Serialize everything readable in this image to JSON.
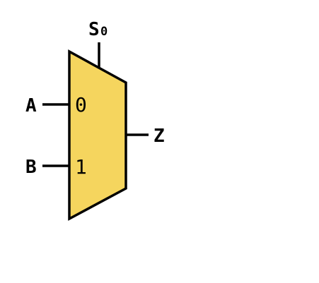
{
  "diagram": {
    "component": "multiplexer",
    "body_fill": "#f5d55e",
    "stroke": "#000000",
    "inputs": [
      {
        "label": "A",
        "port": "0"
      },
      {
        "label": "B",
        "port": "1"
      }
    ],
    "select": {
      "label": "S",
      "subscript": "0"
    },
    "output": {
      "label": "Z"
    }
  }
}
